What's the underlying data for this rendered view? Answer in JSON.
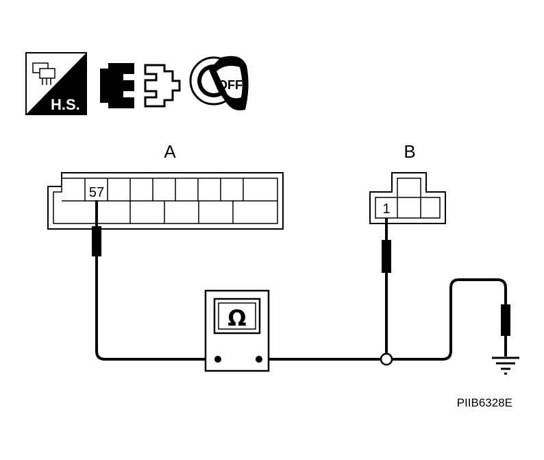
{
  "icons": {
    "harness_icon": {
      "name": "harness-connector-icon",
      "text": "H.S."
    },
    "disconnect_icon": {
      "name": "connector-disconnect-icon"
    },
    "ignition_icon": {
      "name": "ignition-key-off-icon",
      "text": "OFF"
    }
  },
  "connector_a": {
    "label": "A",
    "pin": "57"
  },
  "connector_b": {
    "label": "B",
    "pin": "1"
  },
  "meter": {
    "symbol": "Ω",
    "icon": "ohmmeter-icon"
  },
  "figure_code": "PIIB6328E"
}
